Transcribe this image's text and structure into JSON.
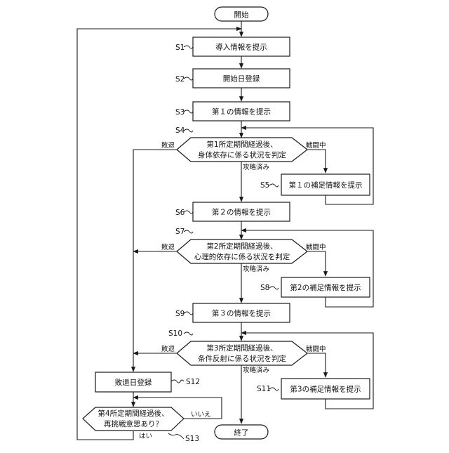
{
  "flowchart": {
    "start": "開始",
    "end": "終了",
    "steps": {
      "S1": {
        "label": "S1",
        "text": "導入情報を提示"
      },
      "S2": {
        "label": "S2",
        "text": "開始日登録"
      },
      "S3": {
        "label": "S3",
        "text": "第１の情報を提示"
      },
      "S4": {
        "label": "S4",
        "line1": "第1所定期間経過後、",
        "line2": "身体依存に係る状況を判定"
      },
      "S5": {
        "label": "S5",
        "text": "第１の補足情報を提示"
      },
      "S6": {
        "label": "S6",
        "text": "第２の情報を提示"
      },
      "S7": {
        "label": "S7",
        "line1": "第2所定期間経過後、",
        "line2": "心理的依存に係る状況を判定"
      },
      "S8": {
        "label": "S8",
        "text": "第2の補足情報を提示"
      },
      "S9": {
        "label": "S9",
        "text": "第３の情報を提示"
      },
      "S10": {
        "label": "S10",
        "line1": "第3所定期間経過後、",
        "line2": "条件反射に係る状況を判定"
      },
      "S11": {
        "label": "S11",
        "text": "第3の補足情報を提示"
      },
      "S12": {
        "label": "S12",
        "text": "敗退日登録"
      },
      "S13": {
        "label": "S13",
        "line1": "第4所定期間経過後、",
        "line2": "再挑戦意思あり？"
      }
    },
    "branches": {
      "defeat": "敗退",
      "in_battle": "戦闘中",
      "captured": "攻略済み",
      "no": "いいえ",
      "yes": "はい"
    }
  }
}
